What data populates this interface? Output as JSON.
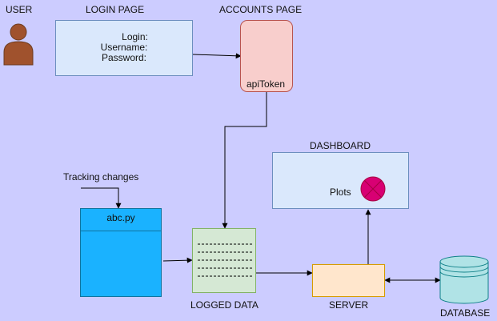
{
  "user": {
    "label": "USER",
    "icon": "user-icon"
  },
  "login_page": {
    "title": "LOGIN PAGE",
    "lines": [
      "Login:",
      "Username:",
      "Password:"
    ]
  },
  "accounts_page": {
    "title": "ACCOUNTS PAGE",
    "token_label": "apiToken"
  },
  "dashboard": {
    "title": "DASHBOARD",
    "plots_label": "Plots",
    "plots_icon": "plots-icon"
  },
  "tracking": {
    "label": "Tracking changes",
    "file_label": "abc.py"
  },
  "logged_data": {
    "label": "LOGGED DATA"
  },
  "server": {
    "label": "SERVER"
  },
  "database": {
    "label": "DATABASE",
    "icon": "database-icon"
  },
  "colors": {
    "background": "#ccccff",
    "login_fill": "#dae8fc",
    "login_stroke": "#6c8ebf",
    "accounts_fill": "#f8cecc",
    "accounts_stroke": "#b85450",
    "file_fill": "#1ab2ff",
    "file_stroke": "#10739e",
    "logged_fill": "#d5e8d4",
    "logged_stroke": "#82b366",
    "server_fill": "#ffe6cc",
    "server_stroke": "#d79b00",
    "database_fill": "#b0e3e6",
    "database_stroke": "#0e8088",
    "plots_fill": "#d80073",
    "user_fill": "#a0522d"
  }
}
